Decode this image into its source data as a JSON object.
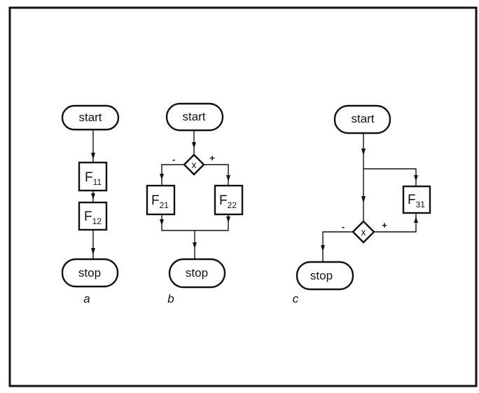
{
  "diagrams": {
    "a": {
      "caption": "a",
      "start": "start",
      "stop": "stop",
      "blocks": [
        {
          "main": "F",
          "sub": "11"
        },
        {
          "main": "F",
          "sub": "12"
        }
      ]
    },
    "b": {
      "caption": "b",
      "start": "start",
      "stop": "stop",
      "decision": "x",
      "minus": "-",
      "plus": "+",
      "blocks": [
        {
          "main": "F",
          "sub": "21"
        },
        {
          "main": "F",
          "sub": "22"
        }
      ]
    },
    "c": {
      "caption": "c",
      "start": "start",
      "stop": "stop",
      "decision": "x",
      "minus": "-",
      "plus": "+",
      "blocks": [
        {
          "main": "F",
          "sub": "31"
        }
      ]
    }
  },
  "colors": {
    "ink": "#111111",
    "paper": "#ffffff"
  }
}
